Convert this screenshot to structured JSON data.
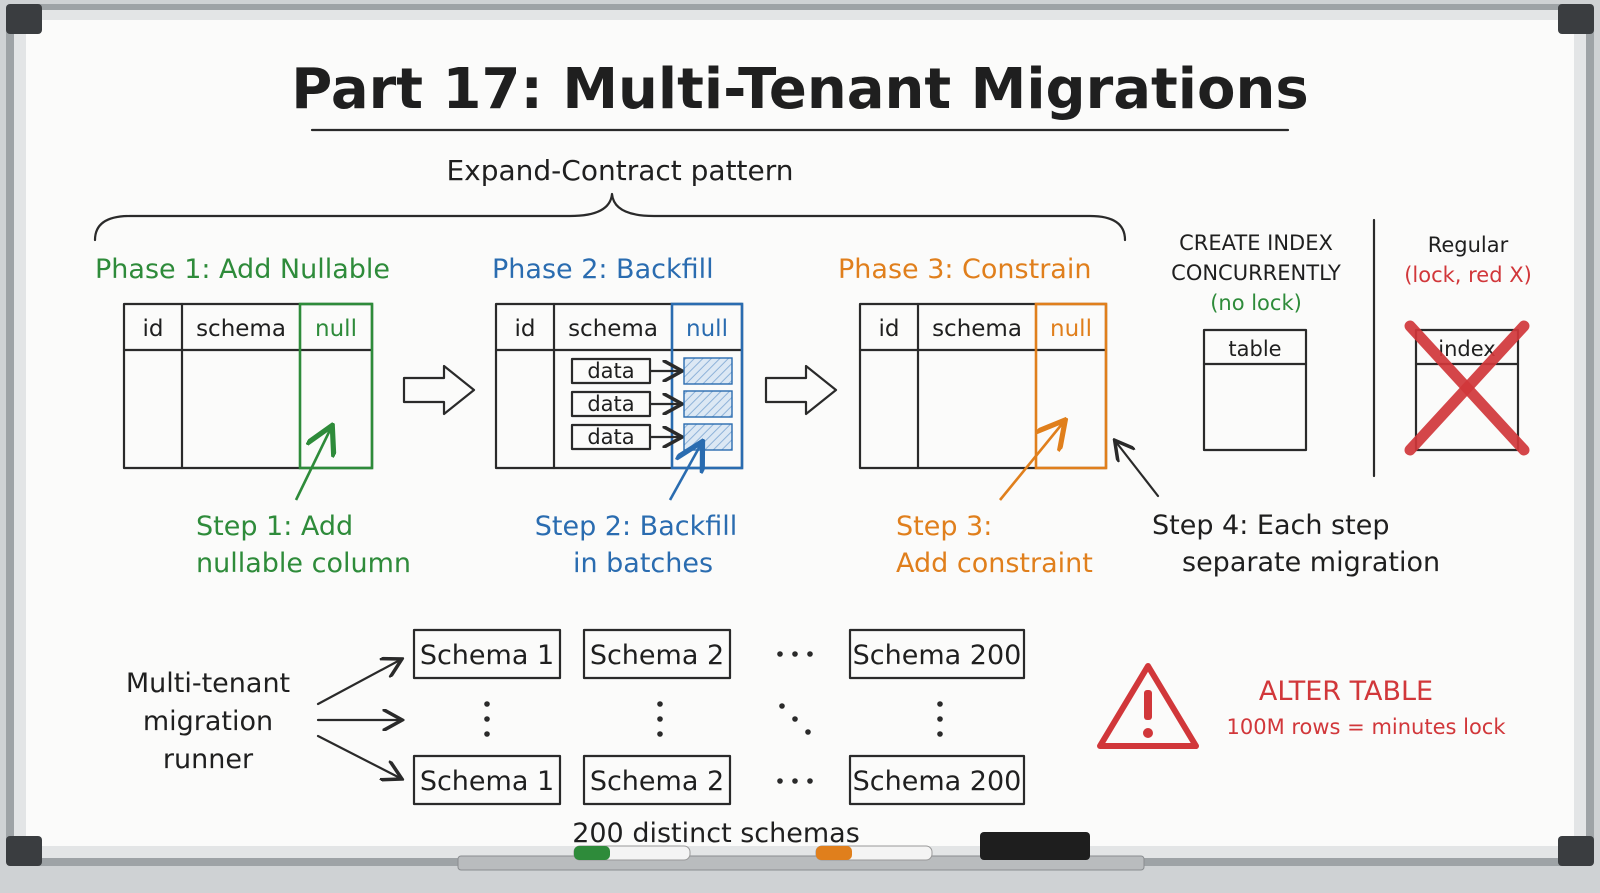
{
  "title": "Part 17: Multi-Tenant Migrations",
  "pattern_label": "Expand-Contract pattern",
  "phases": [
    {
      "title": "Phase 1: Add Nullable",
      "col_id": "id",
      "col_schema": "schema",
      "col_new": "null",
      "step_line1": "Step 1: Add",
      "step_line2": "nullable column",
      "color": "#2e8b3a"
    },
    {
      "title": "Phase 2: Backfill",
      "col_id": "id",
      "col_schema": "schema",
      "col_new": "null",
      "step_line1": "Step 2: Backfill",
      "step_line2": "in batches",
      "color": "#2a6cb0",
      "data_rows": [
        "data",
        "data",
        "data"
      ]
    },
    {
      "title": "Phase 3: Constrain",
      "col_id": "id",
      "col_schema": "schema",
      "col_new": "null",
      "step_line1": "Step 3:",
      "step_line2": "Add constraint",
      "color": "#e07f1c"
    }
  ],
  "step4": {
    "line1": "Step 4: Each step",
    "line2": "separate migration"
  },
  "concurrent": {
    "line1": "CREATE INDEX",
    "line2": "CONCURRENTLY",
    "note": "(no lock)",
    "table_label": "table"
  },
  "regular": {
    "line1": "Regular",
    "note": "(lock, red X)",
    "table_label": "index"
  },
  "runner": {
    "line1": "Multi-tenant",
    "line2": "migration",
    "line3": "runner"
  },
  "schemas_top": [
    "Schema 1",
    "Schema 2",
    "Schema 200"
  ],
  "schemas_bottom": [
    "Schema 1",
    "Schema 2",
    "Schema 200"
  ],
  "schemas_caption": "200 distinct schemas",
  "warning": {
    "line1": "ALTER TABLE",
    "line2": "100M rows = minutes lock"
  },
  "colors": {
    "green": "#2e8b3a",
    "blue": "#2a6cb0",
    "orange": "#e07f1c",
    "red": "#d1373a"
  }
}
